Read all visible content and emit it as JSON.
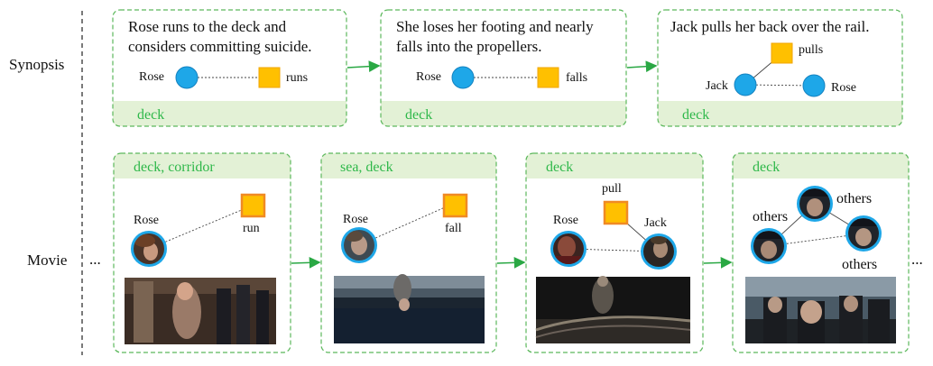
{
  "rows": {
    "synopsis_label": "Synopsis",
    "movie_label": "Movie"
  },
  "ellipsis": "...",
  "synopsis": [
    {
      "lines": [
        "Rose runs to the deck and",
        "considers committing suicide."
      ],
      "scene": "deck",
      "nodes": {
        "character": "Rose",
        "action": "runs"
      }
    },
    {
      "lines": [
        "She loses her footing and nearly",
        "falls into the propellers."
      ],
      "scene": "deck",
      "nodes": {
        "character": "Rose",
        "action": "falls"
      }
    },
    {
      "lines": [
        "Jack pulls her back over the rail."
      ],
      "scene": "deck",
      "nodes": {
        "character_a": "Jack",
        "character_b": "Rose",
        "action": "pulls"
      }
    }
  ],
  "movie": [
    {
      "scene": "deck, corridor",
      "nodes": {
        "character": "Rose",
        "action": "run"
      }
    },
    {
      "scene": "sea, deck",
      "nodes": {
        "character": "Rose",
        "action": "fall"
      }
    },
    {
      "scene": "deck",
      "nodes": {
        "character_a": "Rose",
        "character_b": "Jack",
        "action": "pull"
      }
    },
    {
      "scene": "deck",
      "nodes": {
        "others_a": "others",
        "others_b": "others",
        "others_c": "others"
      }
    }
  ],
  "colors": {
    "panel_border": "#5cb85c",
    "scene_band": "#e3f1d6",
    "scene_text": "#2fb84a",
    "arrow": "#2aa844",
    "character_node": "#1ea7e8",
    "action_node": "#ffc000",
    "action_border": "#f08a24"
  }
}
